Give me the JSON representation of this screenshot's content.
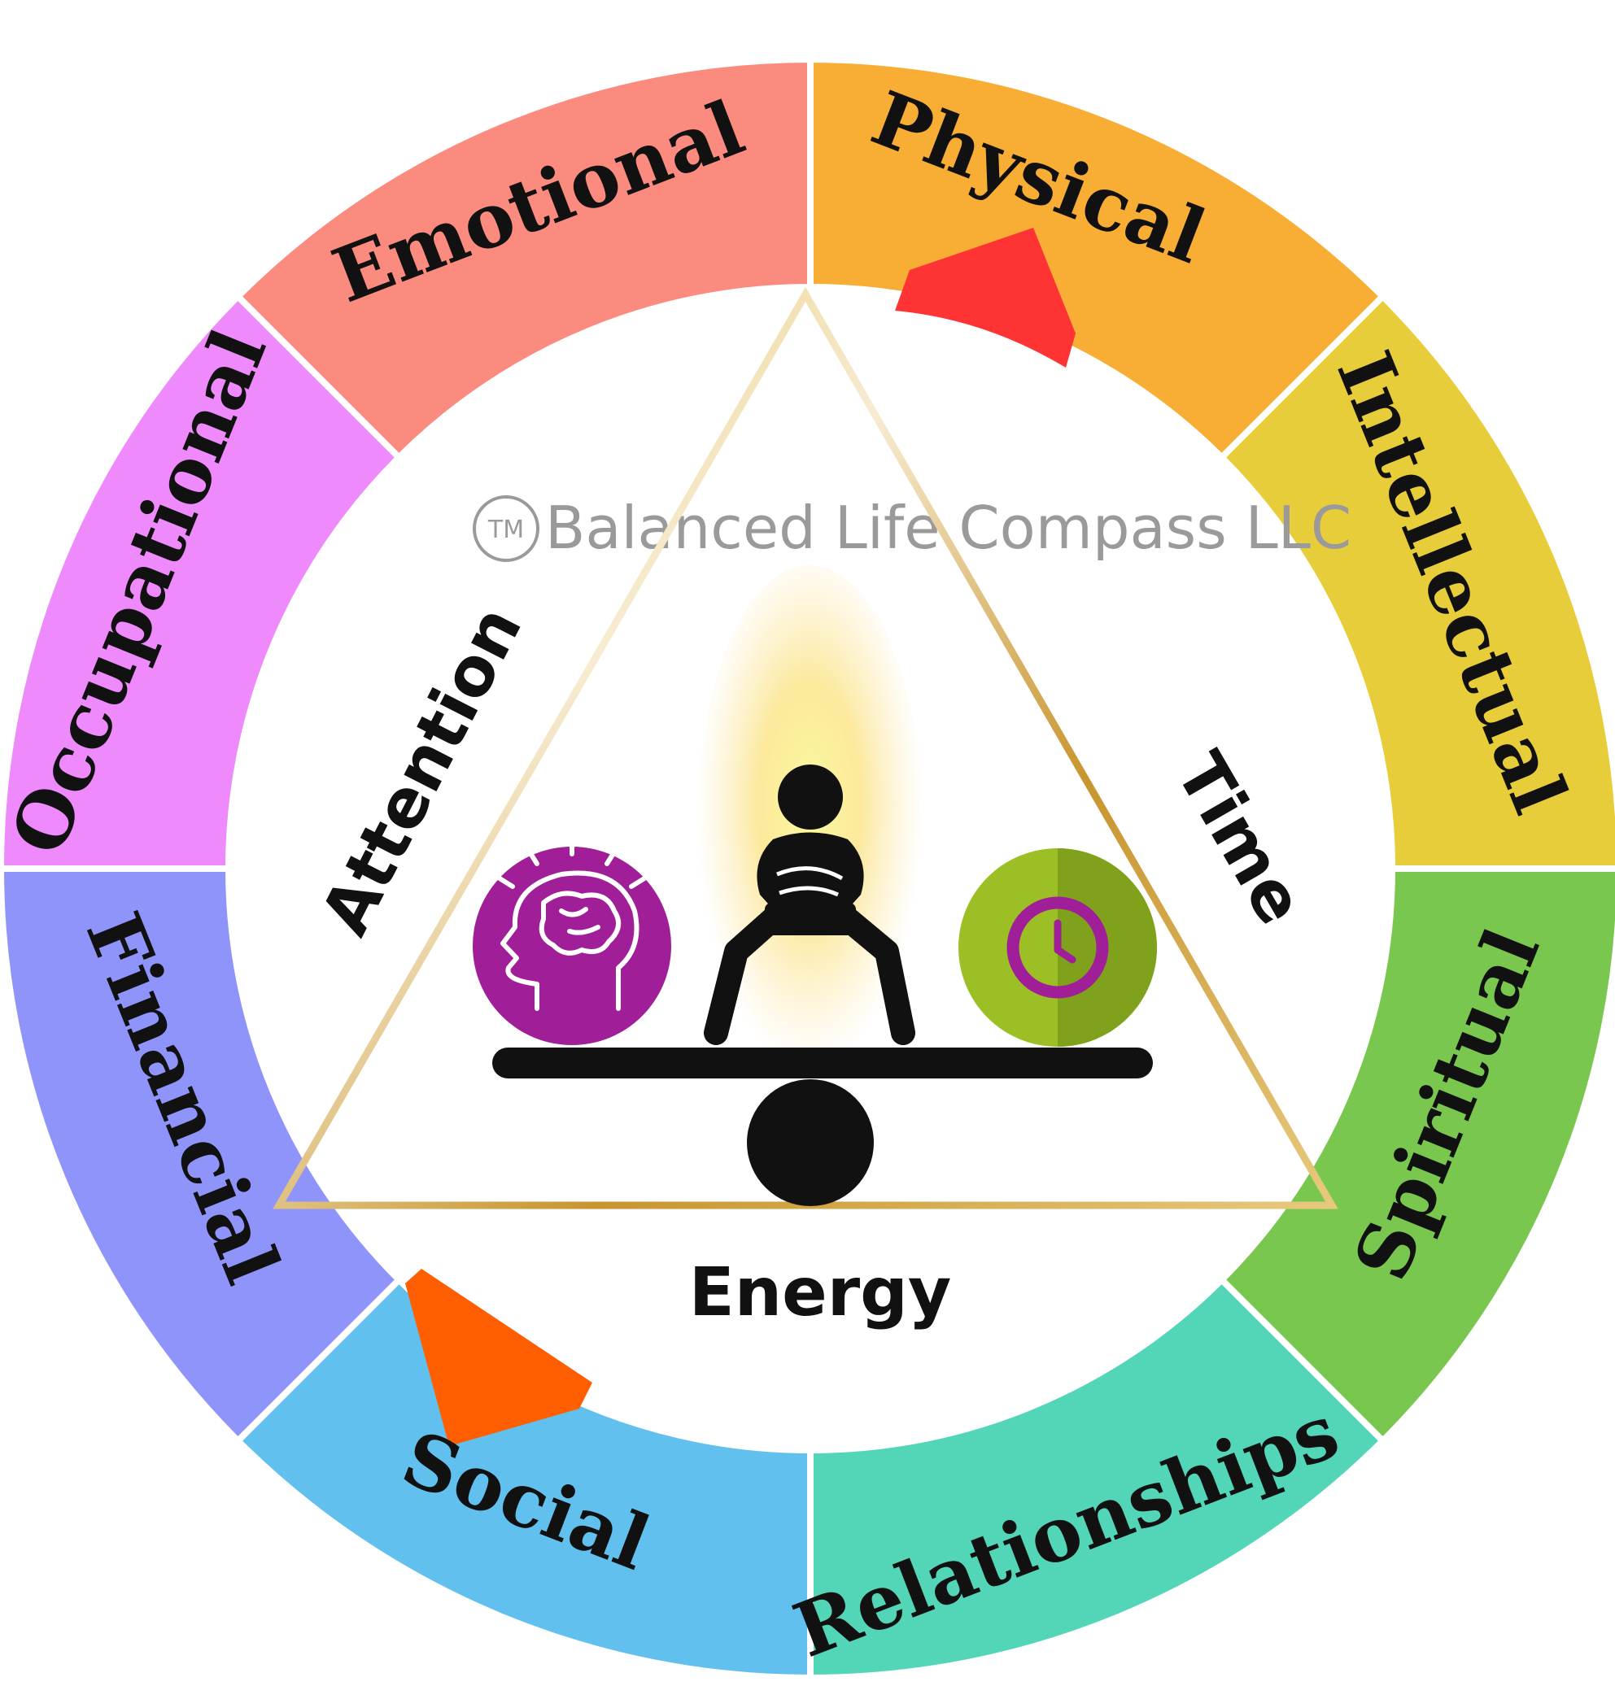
{
  "segments": [
    {
      "id": "emotional",
      "label": "Emotional",
      "color": "#fb8b7e"
    },
    {
      "id": "physical",
      "label": "Physical",
      "color": "#f8ad35"
    },
    {
      "id": "intellectual",
      "label": "Intellectual",
      "color": "#e8cd3b"
    },
    {
      "id": "spiritual",
      "label": "Spiritual",
      "color": "#79c74f"
    },
    {
      "id": "relationships",
      "label": "Relationships",
      "color": "#53d6b8"
    },
    {
      "id": "social",
      "label": "Social",
      "color": "#62c0ef"
    },
    {
      "id": "financial",
      "label": "Financial",
      "color": "#8f94fb"
    },
    {
      "id": "occupational",
      "label": "Occupational",
      "color": "#ee8afb"
    }
  ],
  "markers": [
    {
      "segment": "physical",
      "color": "#fe3333"
    },
    {
      "segment": "social",
      "color": "#ff5f00"
    }
  ],
  "triangle": {
    "left_label": "Attention",
    "right_label": "Time",
    "bottom_label": "Energy",
    "stroke_color": "#d9b15e"
  },
  "watermark": {
    "mark": "TM",
    "text": "Balanced Life Compass LLC"
  },
  "icons": {
    "left": {
      "name": "brain-head-icon",
      "color": "#a01f98"
    },
    "center": {
      "name": "balanced-person-icon",
      "color": "#111111"
    },
    "right": {
      "name": "clock-icon",
      "color": "#9bbf24"
    }
  }
}
